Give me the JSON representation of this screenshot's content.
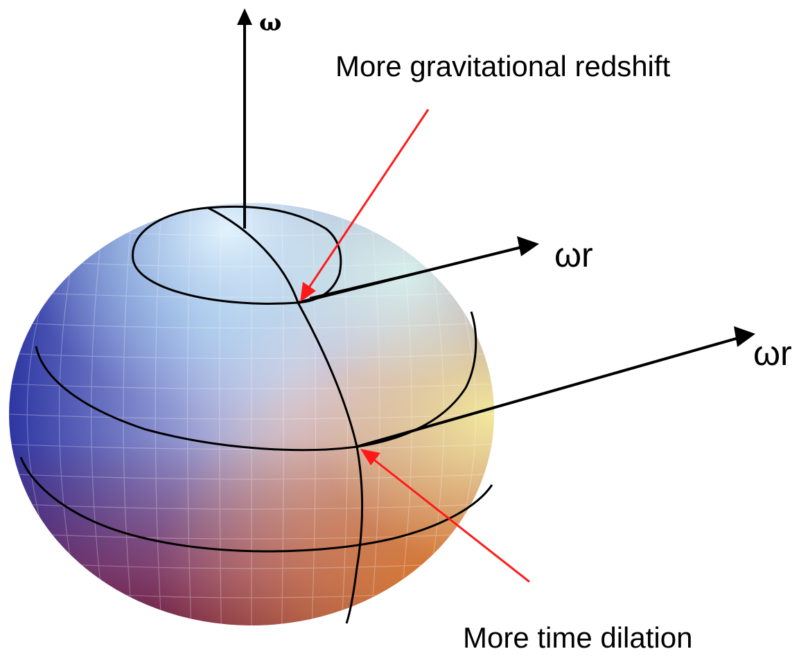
{
  "labels": {
    "omega_axis": "ω",
    "velocity_upper": "ωr",
    "velocity_lower": "ωr",
    "redshift_annotation": "More gravitational redshift",
    "dilation_annotation": "More time dilation"
  },
  "colors": {
    "annotation_arrow": "#ff1a1a",
    "vector_arrow": "#000000",
    "sphere_highlight": "#dff2fb",
    "sphere_blue": "#2233aa",
    "sphere_red": "#8a1030",
    "sphere_orange": "#dd6a20",
    "sphere_yellow": "#f2e6a0"
  }
}
